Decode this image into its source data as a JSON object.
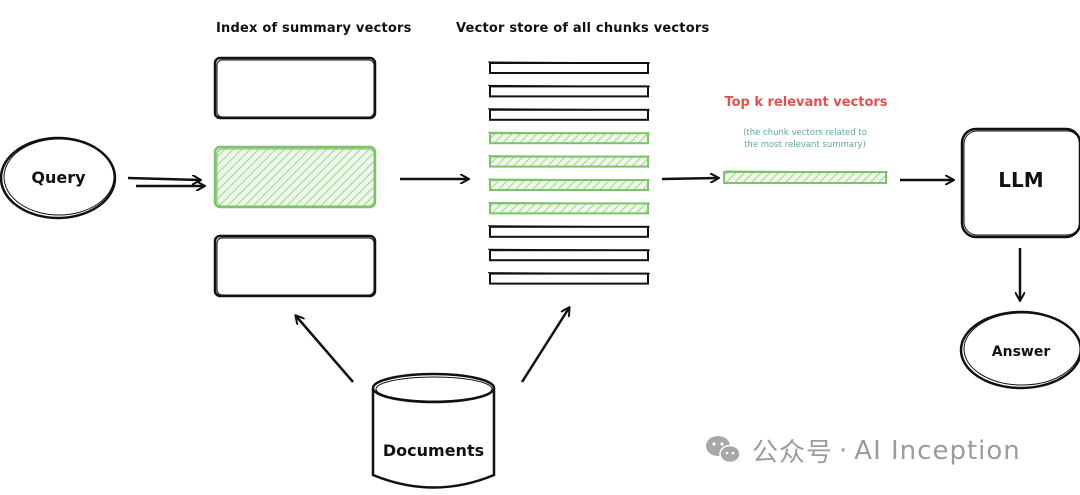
{
  "headings": {
    "summary_index": "Index of summary vectors",
    "vector_store": "Vector store of all chunks vectors"
  },
  "nodes": {
    "query": "Query",
    "llm": "LLM",
    "answer": "Answer",
    "documents": "Documents"
  },
  "top_k": {
    "title": "Top k relevant vectors",
    "note": "(the chunk vectors related to the most relevant summary)"
  },
  "summary_boxes": [
    {
      "highlighted": false
    },
    {
      "highlighted": true
    },
    {
      "highlighted": false
    }
  ],
  "chunk_bars": [
    {
      "highlighted": false
    },
    {
      "highlighted": false
    },
    {
      "highlighted": false
    },
    {
      "highlighted": true
    },
    {
      "highlighted": true
    },
    {
      "highlighted": true
    },
    {
      "highlighted": true
    },
    {
      "highlighted": false
    },
    {
      "highlighted": false
    },
    {
      "highlighted": false
    }
  ],
  "watermark": {
    "channel": "公众号",
    "separator": "·",
    "name": "AI Inception",
    "icon": "wechat-icon"
  },
  "colors": {
    "ink": "#111111",
    "highlight": "#7cc36a",
    "highlight_fill": "#e6f4df",
    "topk_title": "#e0524f",
    "topk_note": "#5fa7a0",
    "watermark": "#9c9c9c"
  }
}
